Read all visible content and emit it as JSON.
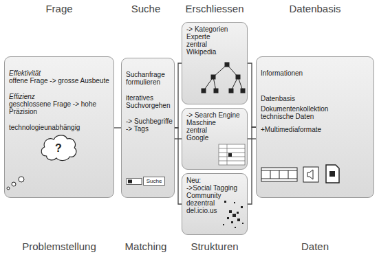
{
  "diagram": {
    "nodes": [
      {
        "text": [
          "Effektivität",
          "offene Frage -> grosse Ausbeute",
          "Effizienz",
          "geschlossene Frage -> hohe Präzision",
          "technologieunabhängig"
        ]
      },
      {
        "text": [
          "?"
        ],
        "in": 0
      },
      {
        "text": [
          "Suchanfrage formulieren",
          "iteratives Suchvorgehen",
          "-> Suchbegriffe",
          "-> Tags"
        ]
      },
      {
        "text": [
          "Suche"
        ],
        "in": 2
      },
      {
        "text": [
          "-> Kategorien",
          "Experte",
          "zentral",
          "Wikipedia"
        ]
      },
      {
        "text": [
          "-> Search Engine",
          "Maschine",
          "zentral",
          "Google"
        ]
      },
      {
        "text": [
          "Neu:",
          "->Social Tagging",
          "Community",
          "dezentral",
          "del.icio.us"
        ]
      },
      {
        "text": [
          "Informationen",
          "Datenbasis",
          "Dokumentenkollektion technische Daten",
          "+Multimediaformate"
        ]
      }
    ],
    "edges": [
      {
        "from": 0,
        "to": 2,
        "arrow": "none"
      },
      {
        "from": 2,
        "to": 4,
        "arrow": "none"
      },
      {
        "from": 2,
        "to": 5,
        "arrow": "none"
      },
      {
        "from": 2,
        "to": 6,
        "arrow": "none"
      },
      {
        "from": 4,
        "to": 7,
        "arrow": "none"
      },
      {
        "from": 5,
        "to": 7,
        "arrow": "none"
      },
      {
        "from": 6,
        "to": 7,
        "arrow": "none"
      }
    ],
    "labels": [
      "Frage",
      "Suche",
      "Erschliessen",
      "Datenbasis",
      "Problemstellung",
      "Matching",
      "Strukturen",
      "Daten"
    ]
  }
}
